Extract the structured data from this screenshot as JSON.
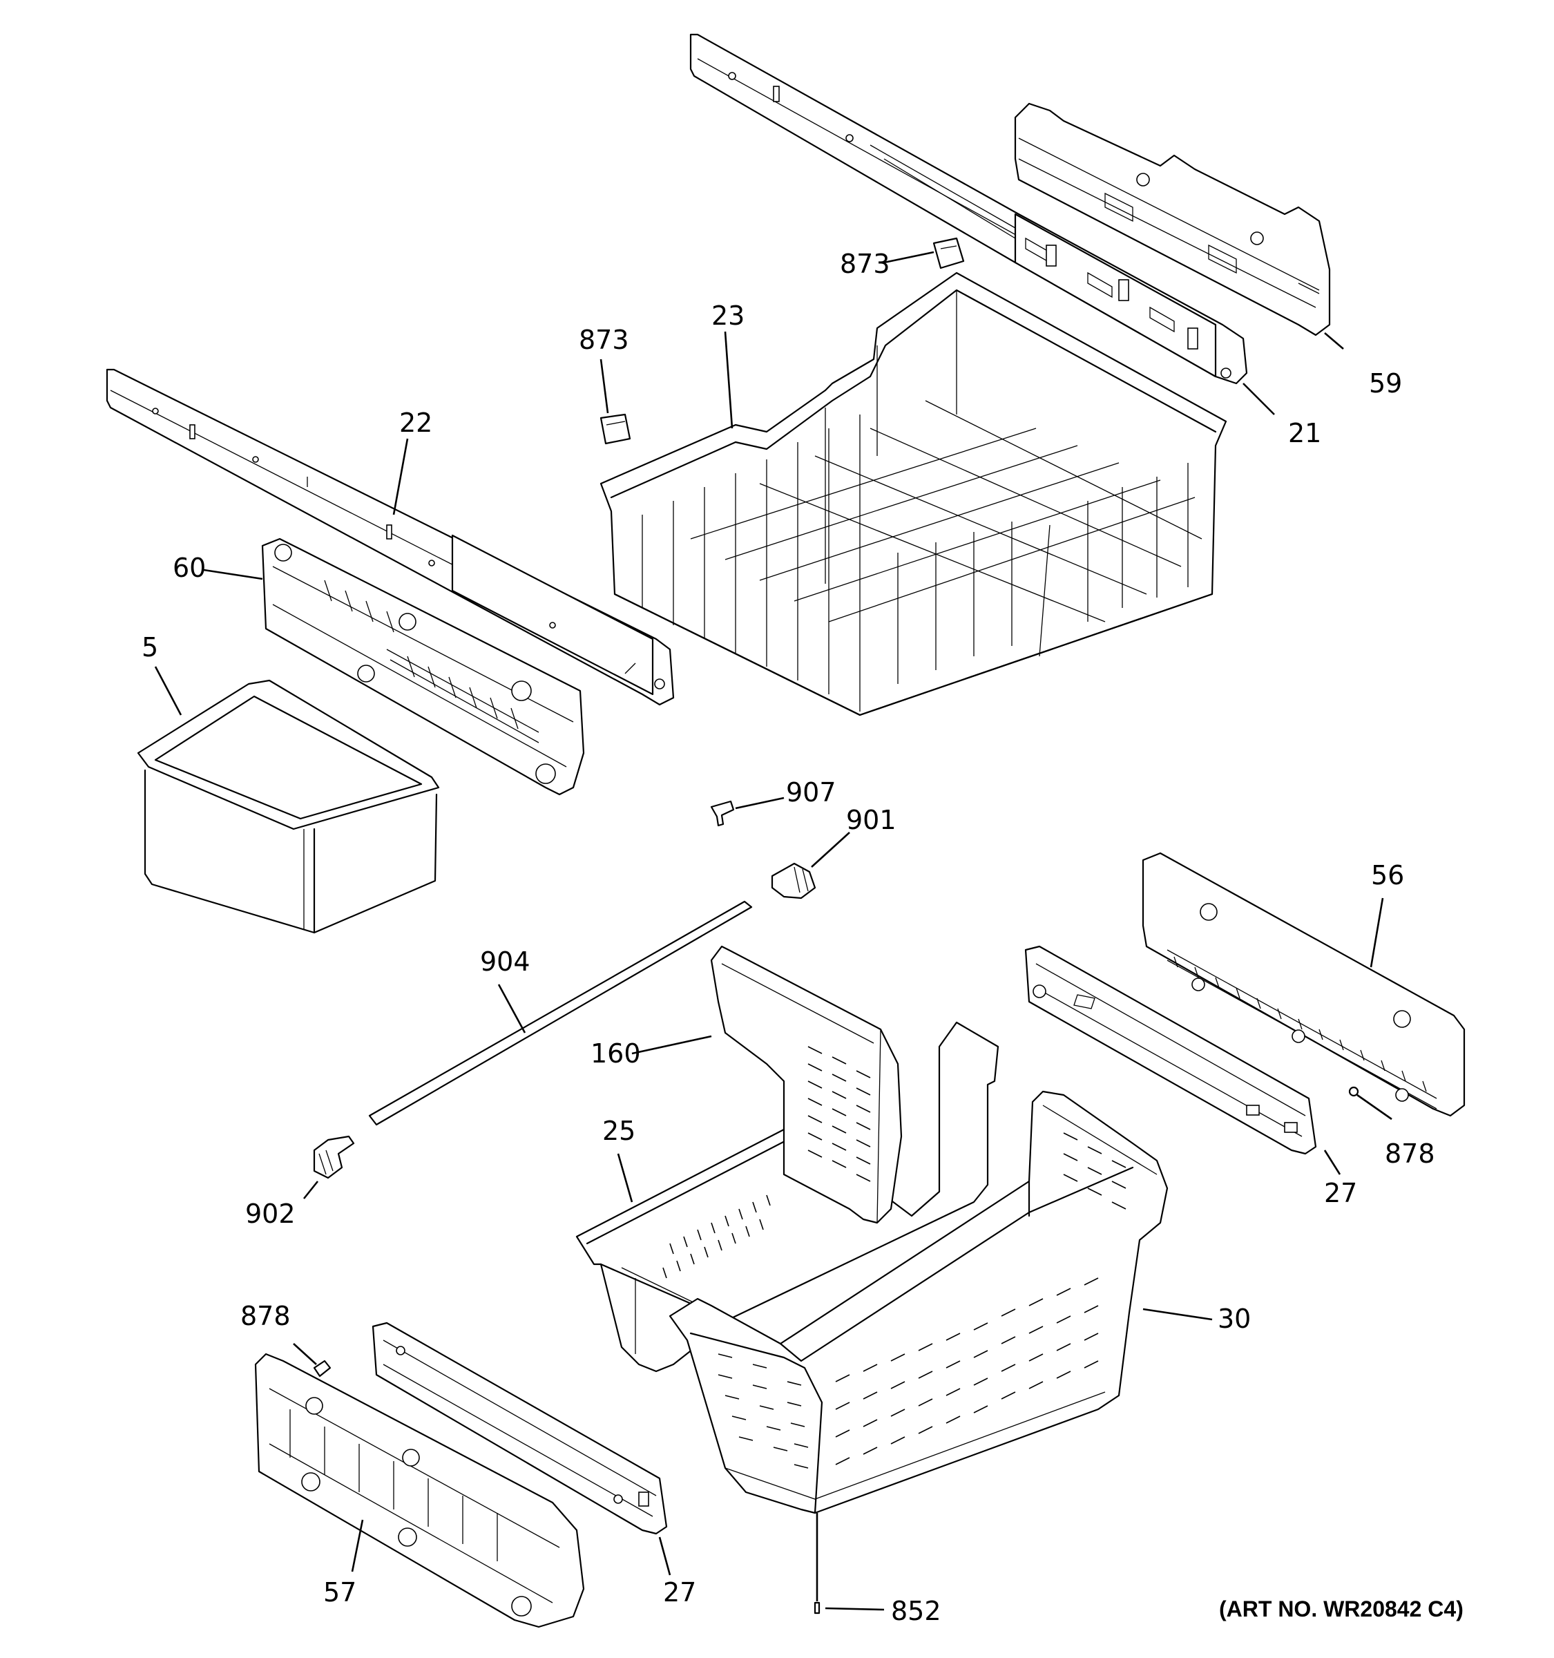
{
  "art_number": "(ART NO. WR20842 C4)",
  "callouts": [
    {
      "id": "c59",
      "label": "59"
    },
    {
      "id": "c21",
      "label": "21"
    },
    {
      "id": "c873a",
      "label": "873"
    },
    {
      "id": "c873b",
      "label": "873"
    },
    {
      "id": "c23",
      "label": "23"
    },
    {
      "id": "c22",
      "label": "22"
    },
    {
      "id": "c60",
      "label": "60"
    },
    {
      "id": "c5",
      "label": "5"
    },
    {
      "id": "c907",
      "label": "907"
    },
    {
      "id": "c901",
      "label": "901"
    },
    {
      "id": "c56",
      "label": "56"
    },
    {
      "id": "c904",
      "label": "904"
    },
    {
      "id": "c160",
      "label": "160"
    },
    {
      "id": "c25",
      "label": "25"
    },
    {
      "id": "c878a",
      "label": "878"
    },
    {
      "id": "c27a",
      "label": "27"
    },
    {
      "id": "c902",
      "label": "902"
    },
    {
      "id": "c30",
      "label": "30"
    },
    {
      "id": "c878b",
      "label": "878"
    },
    {
      "id": "c27b",
      "label": "27"
    },
    {
      "id": "c57",
      "label": "57"
    },
    {
      "id": "c852",
      "label": "852"
    }
  ]
}
